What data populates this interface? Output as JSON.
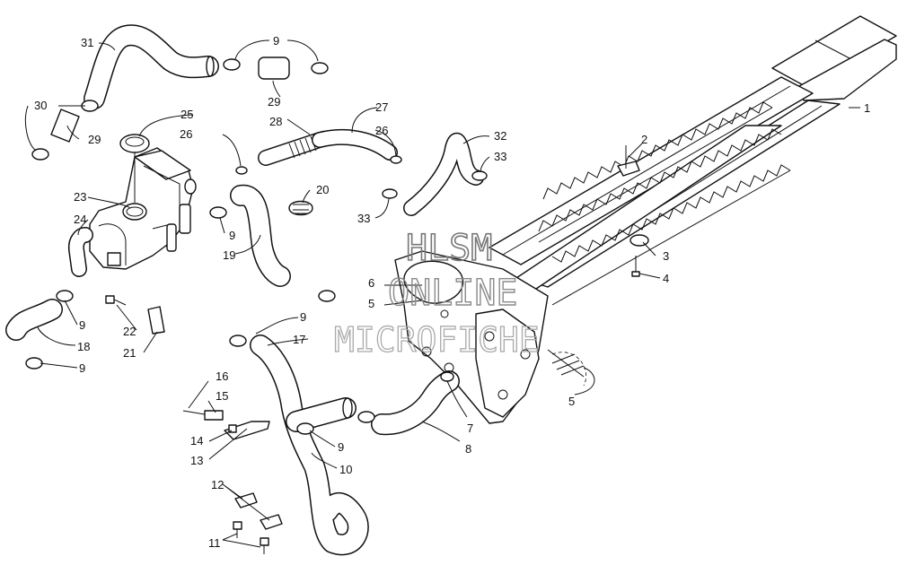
{
  "watermark": {
    "line1": "HLSM",
    "line2": "ONLINE",
    "line3": "MICROFICHE"
  },
  "callouts": [
    {
      "id": "c1",
      "text": "1"
    },
    {
      "id": "c2",
      "text": "2"
    },
    {
      "id": "c3",
      "text": "3"
    },
    {
      "id": "c4",
      "text": "4"
    },
    {
      "id": "c5a",
      "text": "5"
    },
    {
      "id": "c5b",
      "text": "5"
    },
    {
      "id": "c6",
      "text": "6"
    },
    {
      "id": "c7",
      "text": "7"
    },
    {
      "id": "c8",
      "text": "8"
    },
    {
      "id": "c9a",
      "text": "9"
    },
    {
      "id": "c9b",
      "text": "9"
    },
    {
      "id": "c9c",
      "text": "9"
    },
    {
      "id": "c9d",
      "text": "9"
    },
    {
      "id": "c9e",
      "text": "9"
    },
    {
      "id": "c9f",
      "text": "9"
    },
    {
      "id": "c10",
      "text": "10"
    },
    {
      "id": "c11",
      "text": "11"
    },
    {
      "id": "c12",
      "text": "12"
    },
    {
      "id": "c13",
      "text": "13"
    },
    {
      "id": "c14",
      "text": "14"
    },
    {
      "id": "c15",
      "text": "15"
    },
    {
      "id": "c16",
      "text": "16"
    },
    {
      "id": "c17",
      "text": "17"
    },
    {
      "id": "c18",
      "text": "18"
    },
    {
      "id": "c19",
      "text": "19"
    },
    {
      "id": "c20",
      "text": "20"
    },
    {
      "id": "c21",
      "text": "21"
    },
    {
      "id": "c22",
      "text": "22"
    },
    {
      "id": "c23",
      "text": "23"
    },
    {
      "id": "c24",
      "text": "24"
    },
    {
      "id": "c25",
      "text": "25"
    },
    {
      "id": "c26a",
      "text": "26"
    },
    {
      "id": "c26b",
      "text": "26"
    },
    {
      "id": "c27",
      "text": "27"
    },
    {
      "id": "c28",
      "text": "28"
    },
    {
      "id": "c29a",
      "text": "29"
    },
    {
      "id": "c29b",
      "text": "29"
    },
    {
      "id": "c30",
      "text": "30"
    },
    {
      "id": "c31",
      "text": "31"
    },
    {
      "id": "c32",
      "text": "32"
    },
    {
      "id": "c33a",
      "text": "33"
    },
    {
      "id": "c33b",
      "text": "33"
    }
  ]
}
